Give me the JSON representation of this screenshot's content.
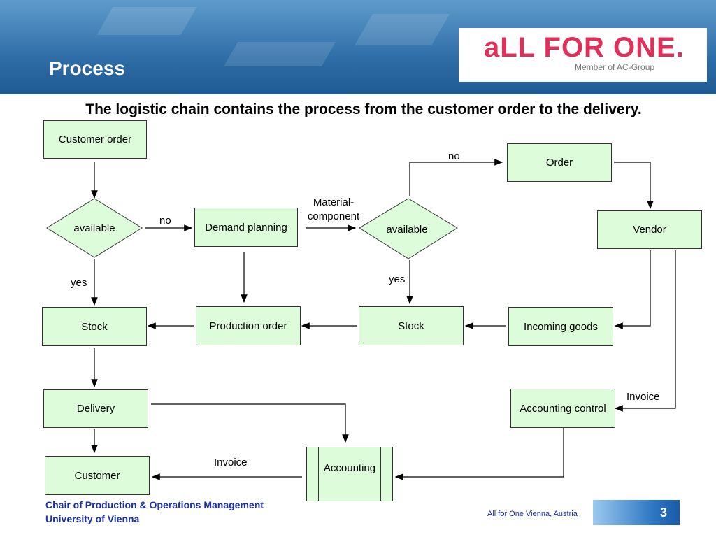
{
  "header": {
    "title": "Process"
  },
  "logo": {
    "main": "aLL FOR ONE.",
    "sub": "Member of AC-Group"
  },
  "subtitle": "The logistic chain contains the process from the customer order to the delivery.",
  "nodes": {
    "customer_order": "Customer order",
    "available_1": "available",
    "demand_planning": "Demand planning",
    "available_2": "available",
    "order": "Order",
    "vendor": "Vendor",
    "stock_1": "Stock",
    "production_order": "Production order",
    "stock_2": "Stock",
    "incoming_goods": "Incoming goods",
    "delivery": "Delivery",
    "accounting_control": "Accounting control",
    "customer": "Customer",
    "accounting": "Accounting"
  },
  "labels": {
    "no_1": "no",
    "no_2": "no",
    "material_component": "Material-\ncomponent",
    "yes_1": "yes",
    "yes_2": "yes",
    "invoice_1": "Invoice",
    "invoice_2": "Invoice"
  },
  "footer": {
    "chair": "Chair  of Production & Operations Management",
    "university": "University of Vienna",
    "location": "All for One Vienna, Austria",
    "page": "3"
  },
  "colors": {
    "node_fill": "#ddfcd9",
    "header": "#2f6ea8",
    "logo": "#e0305a",
    "footer_text": "#1a2fa8"
  }
}
